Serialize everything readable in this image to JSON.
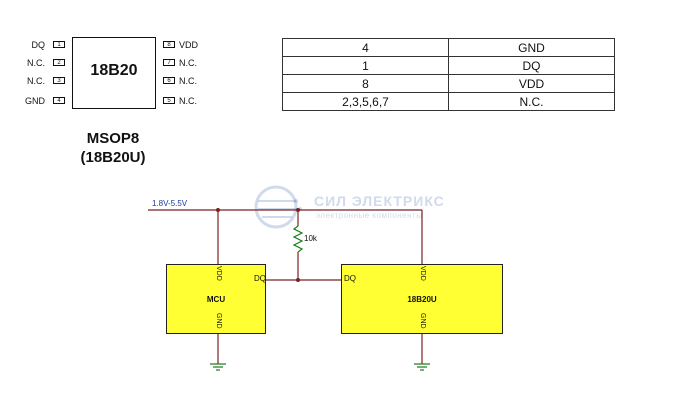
{
  "package": {
    "chip_name": "18B20",
    "left_pins": [
      {
        "name": "DQ",
        "num": "1"
      },
      {
        "name": "N.C.",
        "num": "2"
      },
      {
        "name": "N.C.",
        "num": "3"
      },
      {
        "name": "GND",
        "num": "4"
      }
    ],
    "right_pins": [
      {
        "num": "8",
        "name": "VDD"
      },
      {
        "num": "7",
        "name": "N.C."
      },
      {
        "num": "6",
        "name": "N.C."
      },
      {
        "num": "5",
        "name": "N.C."
      }
    ],
    "type_label": "MSOP8",
    "variant_label": "(18B20U)"
  },
  "pin_table": {
    "rows": [
      {
        "pin": "4",
        "function": "GND"
      },
      {
        "pin": "1",
        "function": "DQ"
      },
      {
        "pin": "8",
        "function": "VDD"
      },
      {
        "pin": "2,3,5,6,7",
        "function": "N.C."
      }
    ]
  },
  "schematic": {
    "supply_label": "1.8V-5.5V",
    "resistor_label": "10k",
    "mcu": {
      "name": "MCU",
      "vdd": "VDD",
      "gnd": "GND",
      "dq": "DQ"
    },
    "sensor": {
      "name": "18B20U",
      "vdd": "VDD",
      "gnd": "GND",
      "dq": "DQ"
    },
    "colors": {
      "box_fill": "#ffff33",
      "wire": "#7a2222",
      "resistor": "#1a7a1a",
      "ground": "#1a7a1a"
    }
  },
  "watermark": {
    "title": "СИЛ ЭЛЕКТРИКС",
    "subtitle": "электронные компоненты"
  }
}
